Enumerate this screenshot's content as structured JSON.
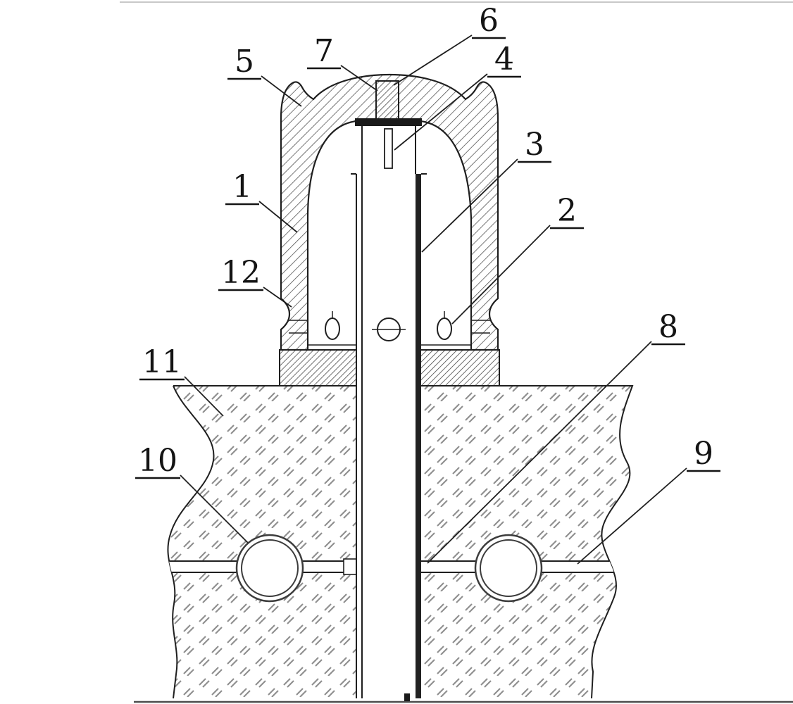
{
  "diagram": {
    "labels": [
      "1",
      "2",
      "3",
      "4",
      "5",
      "6",
      "7",
      "8",
      "9",
      "10",
      "11",
      "12"
    ]
  },
  "colors": {
    "line": "#1f1f1f",
    "hatch": "#4a4a4a",
    "soil_mark": "#8f8f8f",
    "background": "#ffffff"
  }
}
